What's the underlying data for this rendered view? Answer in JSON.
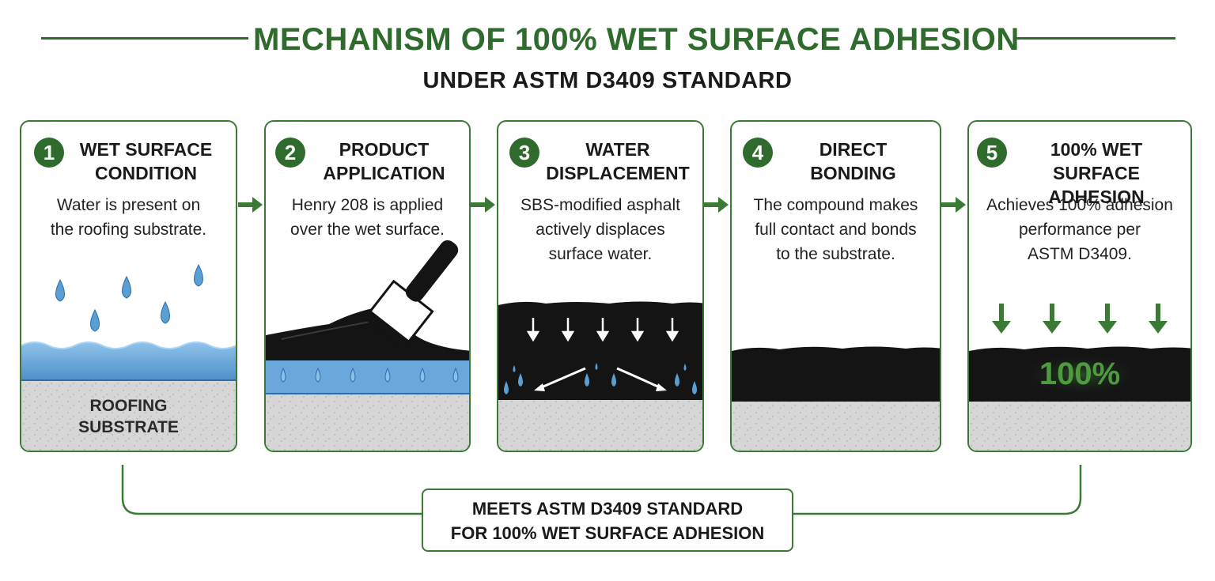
{
  "header": {
    "title": "MECHANISM OF 100% WET SURFACE ADHESION",
    "subtitle": "UNDER ASTM D3409 STANDARD"
  },
  "steps": [
    {
      "number": "1",
      "title_line1": "WET SURFACE",
      "title_line2": "CONDITION",
      "desc_line1": "Water is present on",
      "desc_line2": "the roofing substrate.",
      "desc_line3": "",
      "label_line1": "ROOFING",
      "label_line2": "SUBSTRATE"
    },
    {
      "number": "2",
      "title_line1": "PRODUCT",
      "title_line2": "APPLICATION",
      "desc_line1": "Henry 208 is applied",
      "desc_line2": "over the wet surface.",
      "desc_line3": ""
    },
    {
      "number": "3",
      "title_line1": "WATER",
      "title_line2": "DISPLACEMENT",
      "desc_line1": "SBS-modified asphalt",
      "desc_line2": "actively displaces",
      "desc_line3": "surface water."
    },
    {
      "number": "4",
      "title_line1": "DIRECT",
      "title_line2": "BONDING",
      "desc_line1": "The compound makes",
      "desc_line2": "full contact and bonds",
      "desc_line3": "to the substrate."
    },
    {
      "number": "5",
      "title_line1": "100% WET SURFACE",
      "title_line2": "ADHESION",
      "desc_line1": "Achieves 100% adhesion",
      "desc_line2": "performance per",
      "desc_line3": "ASTM D3409.",
      "badge": "100%"
    }
  ],
  "conclusion": {
    "line1": "MEETS ASTM D3409 STANDARD",
    "line2": "FOR 100% WET SURFACE ADHESION"
  },
  "colors": {
    "brand_green": "#2e6b2c",
    "border_green": "#3b7a35",
    "water_blue": "#5a9fd4",
    "asphalt_black": "#141414",
    "substrate_gray": "#d4d4d4",
    "badge_green": "#4f9a3f"
  }
}
